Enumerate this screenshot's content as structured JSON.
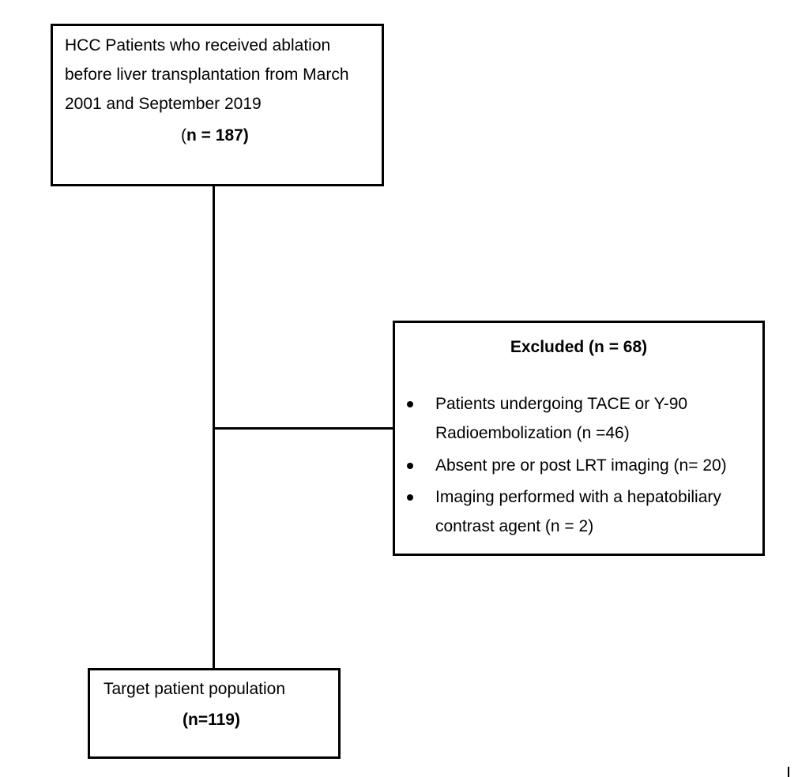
{
  "top_box": {
    "line1": "HCC Patients who received ablation",
    "line2": "before liver transplantation from March",
    "line3": "2001 and September 2019",
    "count_open": "(",
    "count_bold": "n = 187)"
  },
  "excluded_box": {
    "title": "Excluded (n = 68)",
    "items": [
      {
        "line1": "Patients undergoing TACE or Y-90",
        "line2": "Radioembolization (n =46)"
      },
      {
        "line1": "Absent pre or post LRT imaging (n= 20)"
      },
      {
        "line1": "Imaging performed with a hepatobiliary",
        "line2": "contrast agent (n = 2)"
      }
    ]
  },
  "bottom_box": {
    "line1": "Target patient population",
    "count": "(n=119)"
  }
}
